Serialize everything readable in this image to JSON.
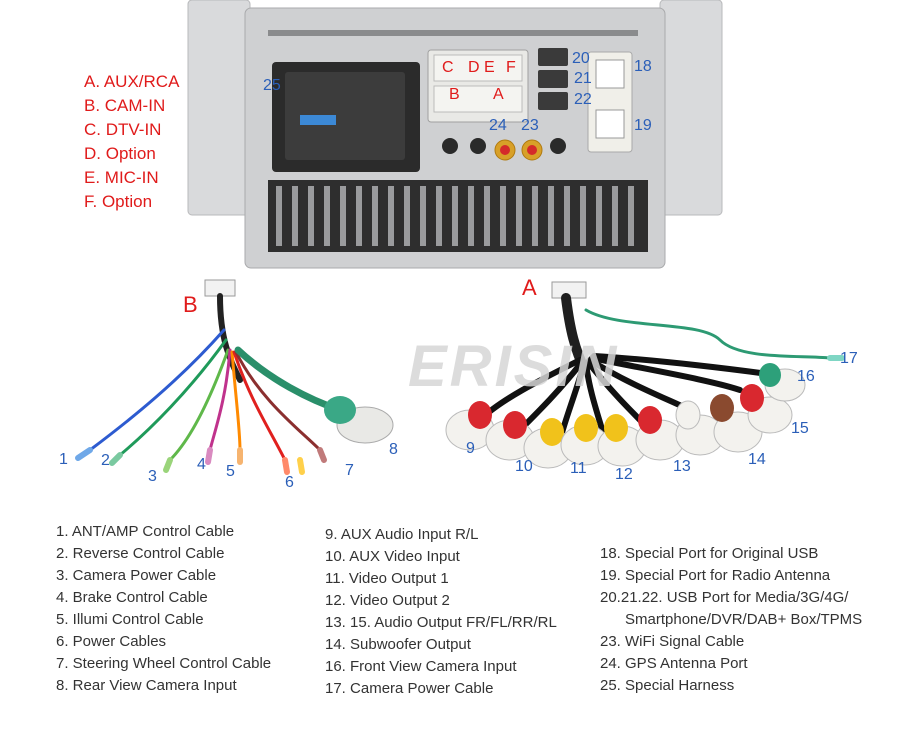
{
  "connector_legend": [
    "A. AUX/RCA",
    "B. CAM-IN",
    "C. DTV-IN",
    "D. Option",
    "E. MIC-IN",
    "F. Option"
  ],
  "unit_labels": {
    "port_letters": [
      "C",
      "D",
      "E",
      "F",
      "B",
      "A"
    ],
    "numbers": [
      "25",
      "20",
      "21",
      "22",
      "18",
      "19",
      "24",
      "23"
    ]
  },
  "harness_labels": {
    "b": "B",
    "a": "A",
    "left_numbers": [
      "1",
      "2",
      "3",
      "4",
      "5",
      "6",
      "7",
      "8"
    ],
    "right_numbers": [
      "9",
      "10",
      "11",
      "12",
      "13",
      "14",
      "15",
      "16",
      "17"
    ]
  },
  "watermark": "ERISIN",
  "list_col1": [
    "1. ANT/AMP Control Cable",
    "2. Reverse Control Cable",
    "3. Camera Power Cable",
    "4. Brake Control Cable",
    "5. Illumi Control Cable",
    "6. Power Cables",
    "7. Steering Wheel Control Cable",
    "8. Rear View Camera Input"
  ],
  "list_col2": [
    "9. AUX Audio Input R/L",
    "10. AUX Video Input",
    "11. Video Output 1",
    "12. Video Output 2",
    "13. 15. Audio Output FR/FL/RR/RL",
    "14. Subwoofer Output",
    "16. Front View Camera Input",
    "17. Camera Power Cable"
  ],
  "list_col3": [
    "18. Special Port for Original USB",
    "19. Special Port for Radio Antenna",
    "20.21.22. USB Port for Media/3G/4G/",
    "Smartphone/DVR/DAB+ Box/TPMS",
    "23. WiFi Signal Cable",
    "24. GPS Antenna Port",
    "25. Special Harness"
  ],
  "colors": {
    "label_red": "#e01b1b",
    "number_blue": "#2b5fb8",
    "unit_silver": "#c9cacc",
    "unit_dark": "#2a2a2a"
  }
}
